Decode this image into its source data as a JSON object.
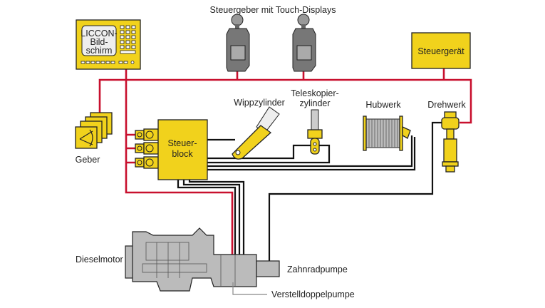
{
  "colors": {
    "signal_line": "#c8102e",
    "hydraulic_line": "#111111",
    "component": "#f1d21c",
    "engine": "#c8c8c8"
  },
  "labels": {
    "joysticks": "Steuergeber mit Touch-Displays",
    "liccon_1": "LICCON-",
    "liccon_2": "Bild-",
    "liccon_3": "schirm",
    "control_unit": "Steuergerät",
    "sensor": "Geber",
    "valve_block_1": "Steuer-",
    "valve_block_2": "block",
    "luffing_cylinder": "Wippzylinder",
    "telescoping_cylinder_1": "Teleskopier-",
    "telescoping_cylinder_2": "zylinder",
    "hoist": "Hubwerk",
    "slewing_gear": "Drehwerk",
    "diesel_engine": "Dieselmotor",
    "gear_pump": "Zahnradpumpe",
    "variable_double_pump": "Verstelldoppelpumpe"
  }
}
